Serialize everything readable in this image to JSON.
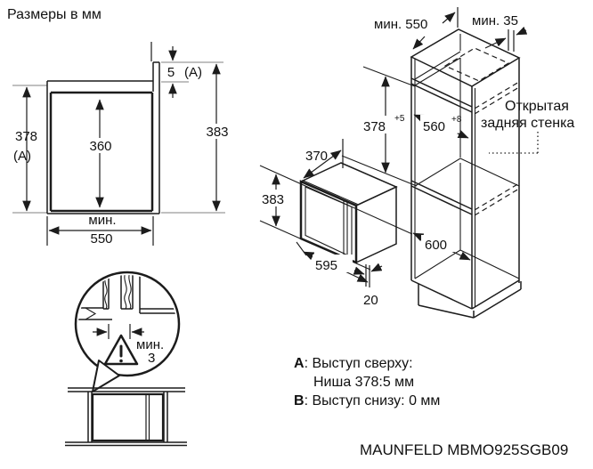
{
  "title": "Размеры в мм",
  "colors": {
    "line": "#1c1c1c",
    "extension_line": "#9a9a9a",
    "text": "#111111"
  },
  "left_section_view": {
    "niche_height": "378",
    "niche_height_ref": "(A)",
    "inner_height": "360",
    "overall_height": "383",
    "top_gap": "5",
    "top_gap_ref": "(A)",
    "depth_min_label": "мин.",
    "depth_min_value": "550"
  },
  "gap_detail": {
    "min_label": "мин.",
    "gap_value": "3"
  },
  "cabinet_view": {
    "top_depth_min": "мин. 550",
    "top_rear_gap_min": "мин. 35",
    "niche_height": "378",
    "niche_height_tolerance": "+5",
    "niche_width": "560",
    "niche_width_tolerance": "+8",
    "oven_depth": "370",
    "oven_height": "383",
    "oven_width": "595",
    "front_overhang": "20",
    "cabinet_width": "600",
    "open_back_label_line1": "Открытая",
    "open_back_label_line2": "задняя стенка"
  },
  "notes": {
    "a_key": "A",
    "a_text": ": Выступ сверху:",
    "a_detail": "Ниша 378:5 мм",
    "b_key": "B",
    "b_text": ": Выступ снизу: 0 мм"
  },
  "footer": {
    "model": "MAUNFELD MBMO925SGB09"
  }
}
